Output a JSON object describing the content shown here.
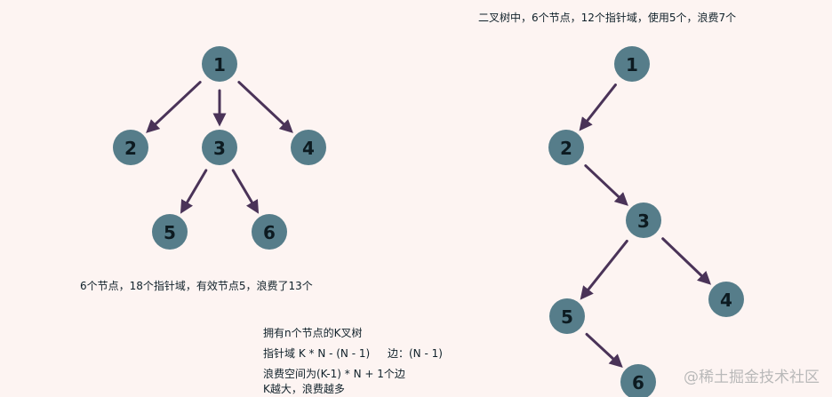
{
  "left_tree": {
    "nodes": [
      {
        "id": "1",
        "label": "1"
      },
      {
        "id": "2",
        "label": "2"
      },
      {
        "id": "3",
        "label": "3"
      },
      {
        "id": "4",
        "label": "4"
      },
      {
        "id": "5",
        "label": "5"
      },
      {
        "id": "6",
        "label": "6"
      }
    ],
    "edges": [
      [
        "1",
        "2"
      ],
      [
        "1",
        "3"
      ],
      [
        "1",
        "4"
      ],
      [
        "3",
        "5"
      ],
      [
        "3",
        "6"
      ]
    ],
    "caption": "6个节点，18个指针域，有效节点5，浪费了13个"
  },
  "right_tree": {
    "nodes": [
      {
        "id": "1",
        "label": "1"
      },
      {
        "id": "2",
        "label": "2"
      },
      {
        "id": "3",
        "label": "3"
      },
      {
        "id": "4",
        "label": "4"
      },
      {
        "id": "5",
        "label": "5"
      },
      {
        "id": "6",
        "label": "6"
      }
    ],
    "edges": [
      [
        "1",
        "2"
      ],
      [
        "2",
        "3"
      ],
      [
        "3",
        "5"
      ],
      [
        "3",
        "4"
      ],
      [
        "5",
        "6"
      ]
    ],
    "caption": "二叉树中，6个节点，12个指针域，使用5个，浪费7个"
  },
  "notes": {
    "line1": "拥有n个节点的K叉树",
    "line2a": "指针域 K * N - (N - 1)",
    "line2b": "边：(N - 1)",
    "line3": "浪费空间为(K-1) * N + 1个边",
    "line4": "K越大，浪费越多"
  },
  "watermark": "@稀土掘金技术社区",
  "colors": {
    "background": "#fdf4f2",
    "node": "#567d8a",
    "edge": "#4a3358",
    "text": "#10212a"
  }
}
